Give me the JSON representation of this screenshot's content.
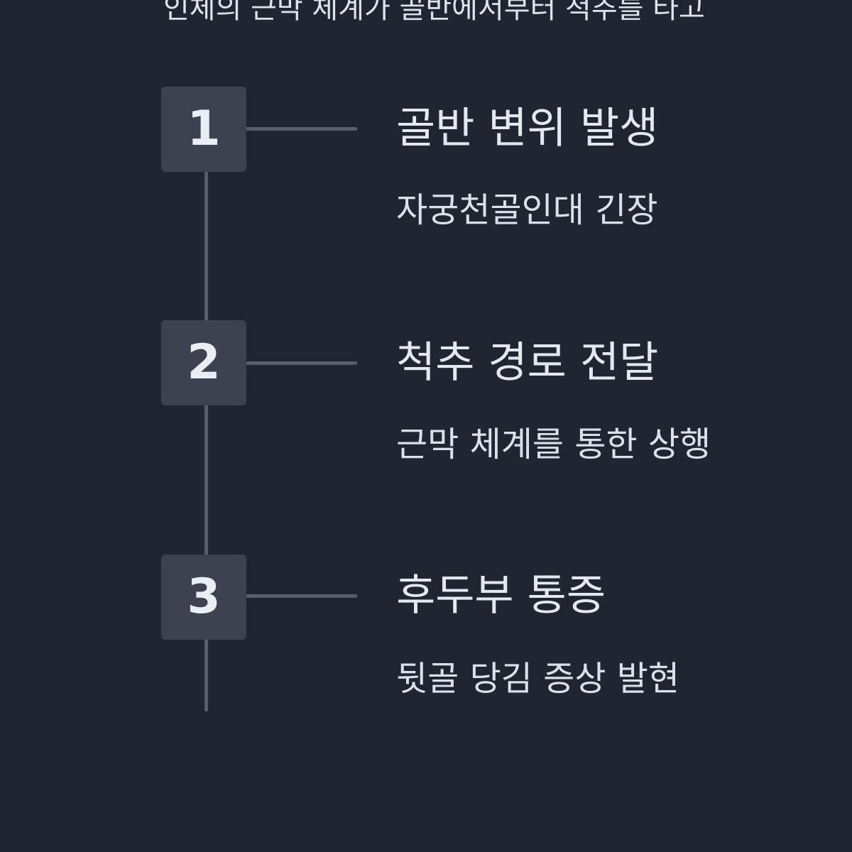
{
  "intro_text": "인체의 근막 체계가 골반에서부터 척추를 타고",
  "steps": [
    {
      "number": "1",
      "title": "골반 변위 발생",
      "description": "자궁천골인대 긴장"
    },
    {
      "number": "2",
      "title": "척추 경로 전달",
      "description": "근막 체계를 통한 상행"
    },
    {
      "number": "3",
      "title": "후두부 통증",
      "description": "뒷골 당김 증상 발현"
    }
  ],
  "colors": {
    "background": "#202532",
    "box": "#3c4250",
    "line": "#575d6b",
    "text": "#dde3ec"
  }
}
